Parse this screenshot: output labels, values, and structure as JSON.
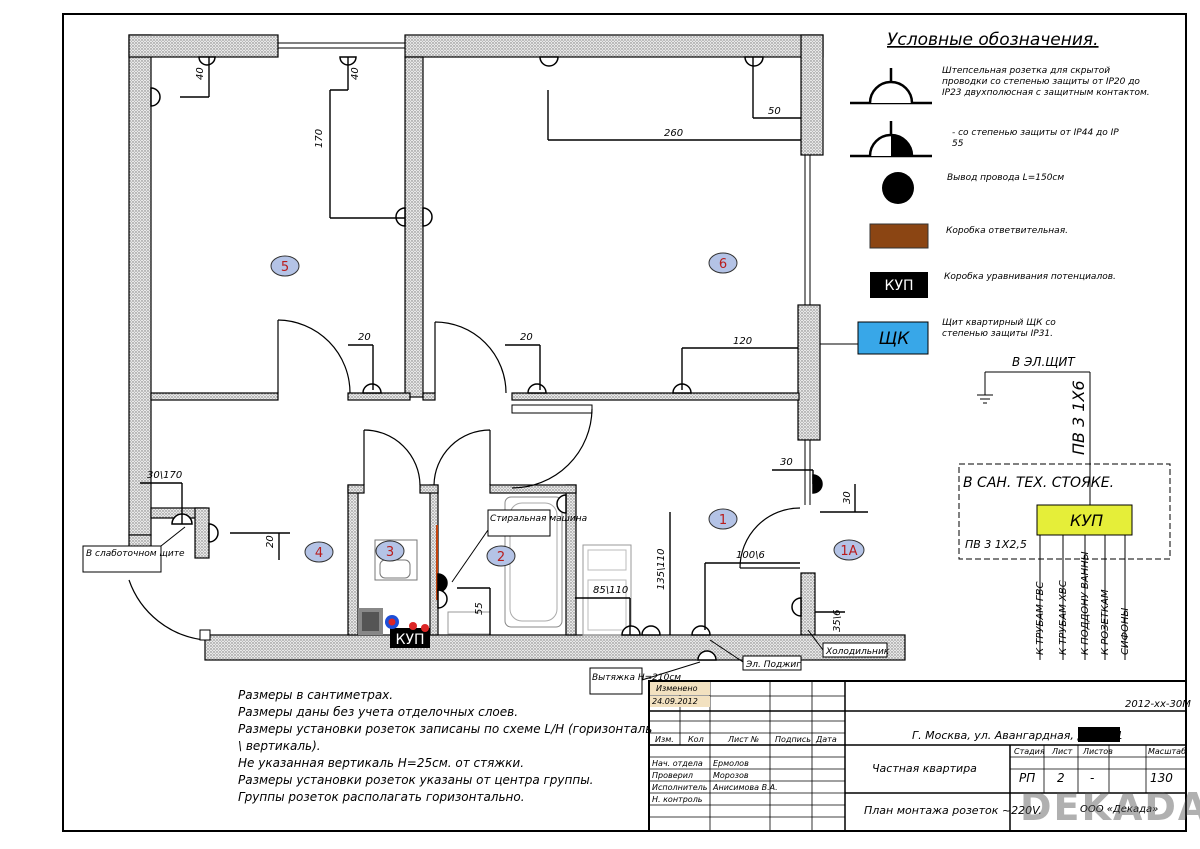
{
  "legend": {
    "title": "Условные обозначения.",
    "socket_ip20": "Штепсельная розетка для скрытой проводки со степенью защиты от IP20 до IP23 двухполюсная с защитным контактом.",
    "socket_ip44": "- со степенью защиты от IP44 до IP 55",
    "wire_outlet": "Вывод провода L=150см",
    "junction_box": "Коробка ответвительная.",
    "kup_label": "КУП",
    "kup_box": "Коробка уравнивания потенциалов.",
    "shk_label": "ЩК",
    "shk_panel": "Щит квартирный ЩК со степенью защиты IP31."
  },
  "riser": {
    "to_panel": "В ЭЛ.ЩИТ",
    "cable_main": "ПВ 3 1Х6",
    "frame_title": "В САН. ТЕХ. СТОЯКЕ.",
    "kup_label": "КУП",
    "cable_branch": "ПВ 3 1Х2,5",
    "branches": [
      "К ТРУБАМ ГВС",
      "К ТРУБАМ ХВС",
      "К ПОДДОНУ ВАННЫ",
      "К РОЗЕТКАМ",
      "СИФОНЫ"
    ]
  },
  "plan": {
    "rooms": [
      "5",
      "6",
      "4",
      "3",
      "2",
      "1",
      "1A"
    ],
    "dims": {
      "d40a": "40",
      "d40b": "40",
      "d170": "170",
      "d50": "50",
      "d260": "260",
      "d20a": "20",
      "d20b": "20",
      "d120": "120",
      "d30": "30",
      "d30v": "30",
      "d30_170": "30\\170",
      "d20c": "20",
      "d55": "55",
      "d85_110": "85\\110",
      "d135_110": "135\\110",
      "d100_6": "100\\6",
      "d35_6": "35\\6"
    },
    "labels": {
      "weak_current": "В слаботочном щите",
      "washing": "Стиральная машина",
      "hood": "Вытяжка H=210см",
      "ignition": "Эл. Поджиг",
      "fridge": "Холодильник",
      "kup": "КУП"
    }
  },
  "notes": [
    "Размеры в сантиметрах.",
    "Размеры даны без учета отделочных слоев.",
    "Размеры установки розеток записаны по схеме L/H (горизонталь \\ вертикаль).",
    "Не указанная вертикаль H=25см. от стяжки.",
    "Размеры установки розеток указаны от центра группы.",
    "Группы розеток располагать горизонтально."
  ],
  "stamp": {
    "changed": "Изменено",
    "changed_date": "24.09.2012",
    "code": "2012-хх-30М",
    "address": "Г. Москва, ул. Авангардная, д.9, к. 1",
    "col_headers": [
      "Изм.",
      "Кол",
      "Лист №",
      "Подпись",
      "Дата"
    ],
    "roles": [
      "Нач. отдела",
      "Проверил",
      "Исполнитель",
      "Н. контроль"
    ],
    "names": [
      "Ермолов",
      "Морозов",
      "Анисимова В.А.",
      ""
    ],
    "object": "Частная квартира",
    "sheet_title": "План монтажа розеток ~220V.",
    "stage_h": "Стадия",
    "sheet_h": "Лист",
    "sheets_h": "Листов",
    "scale_h": "Масштаб",
    "stage": "РП",
    "sheet": "2",
    "sheets": "-",
    "scale": "130",
    "company": "ООО «Декада»",
    "watermark": "DEKADA"
  }
}
